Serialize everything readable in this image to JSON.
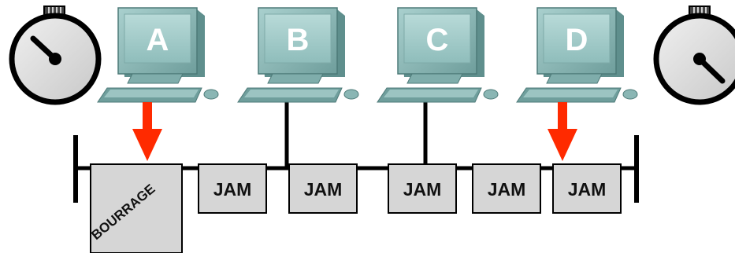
{
  "stations": [
    {
      "label": "A"
    },
    {
      "label": "B"
    },
    {
      "label": "C"
    },
    {
      "label": "D"
    }
  ],
  "jam_blocks": [
    {
      "label": "JAM"
    },
    {
      "label": "JAM"
    },
    {
      "label": "JAM"
    },
    {
      "label": "JAM"
    },
    {
      "label": "JAM"
    }
  ],
  "bourrage_label": "BOURRAGE",
  "colors": {
    "computer": "#8ab6b4",
    "computer_dark": "#5f8f8d",
    "screen": "#a7cfcd",
    "arrow": "#ff2a00",
    "block_fill": "#d6d6d6",
    "cable": "#000000",
    "clock_face": "#e0e0e0"
  },
  "icons": [
    "stopwatch-icon",
    "computer-icon",
    "arrow-down-icon"
  ]
}
